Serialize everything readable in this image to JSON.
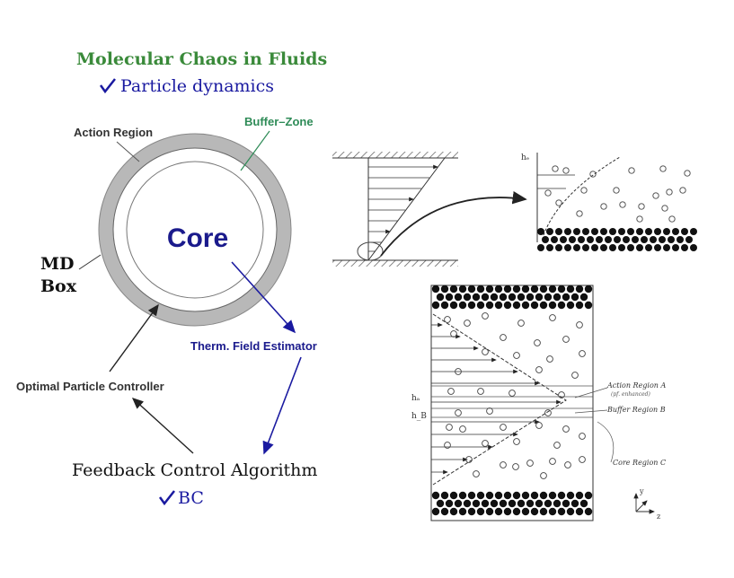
{
  "heading": {
    "title": "Molecular Chaos in Fluids",
    "bullet1": "Particle dynamics",
    "bullet2": "BC",
    "check_icon": "checkmark-icon"
  },
  "left_diagram": {
    "core": "Core",
    "action_region": "Action Region",
    "buffer_zone": "Buffer–Zone",
    "md_box_line1": "MD",
    "md_box_line2": "Box",
    "therm_field": "Therm. Field Estimator",
    "optimal_controller": "Optimal Particle Controller",
    "feedback": "Feedback Control Algorithm"
  },
  "channel_diagram": {
    "h_c": "hₑ",
    "h_a": "hₐ",
    "h_b": "h_B",
    "action_region_a": "Action Region A",
    "action_region_a_sub": "(pf. enhanced)",
    "buffer_region_b": "Buffer Region B",
    "core_region_c": "Core Region C",
    "axis_y": "y",
    "axis_z": "z"
  },
  "colors": {
    "title_green": "#3a8a3a",
    "bullet_blue": "#1a1aa0",
    "core_blue": "#1a1a8c",
    "ring_gray": "#b4b4b4",
    "buffer_green": "#2e8b57"
  }
}
